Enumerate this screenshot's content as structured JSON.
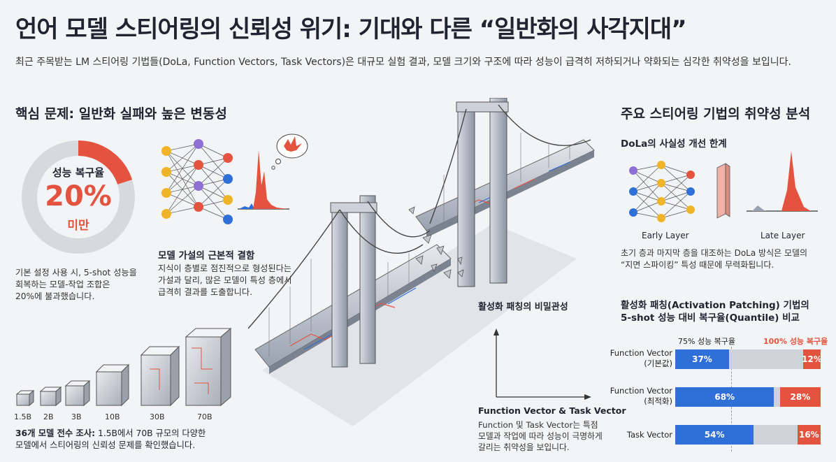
{
  "header": {
    "title": "언어 모델 스티어링의 신뢰성 위기: 기대와 다른 “일반화의 사각지대”",
    "subtitle": "최근 주목받는 LM 스티어링 기법들(DoLa, Function Vectors, Task Vectors)은 대규모 실험 결과, 모델 크기와 구조에 따라 성능이 급격히 저하되거나 약화되는 심각한 취약성을 보입니다."
  },
  "left": {
    "heading": "핵심 문제: 일반화 실패와 높은 변동성",
    "gauge": {
      "label": "성능 복구율",
      "value": "20%",
      "unit": "미만",
      "fraction": 0.2
    },
    "gauge_text": [
      "기본 설정 사용 시, 5-shot 성능을",
      "회복하는 모델-작업 조합은",
      "20%에 불과했습니다."
    ],
    "hypothesis_title": "모델 가설의 근본적 결함",
    "hypothesis_text": [
      "지식이 층별로 점진적으로 형성된다는",
      "가설과 달리, 많은 모델이 특성 층에서",
      "급격히 결과를 도출합니다."
    ],
    "sizes": [
      "1.5B",
      "2B",
      "3B",
      "10B",
      "30B",
      "70B"
    ],
    "survey_bold": "36개 모델 전수 조사:",
    "survey_text": "1.5B에서 70B 규모의 다양한",
    "survey_text2": "모델에서 스티어링의 신뢰성 문제를 확인했습니다."
  },
  "center": {
    "patching_label": "활성화 패칭의 비밀관성",
    "fv_title": "Function Vector & Task Vector",
    "fv_text": [
      "Function 및 Task Vector는 특점",
      "모델과 작업에 따라 성능이 극명하게",
      "갈리는 취약성을 보입니다."
    ]
  },
  "right": {
    "heading": "주요 스티어링 기법의 취약성 분석",
    "dola_title": "DoLa의 사실성 개선 한계",
    "early_label": "Early Layer",
    "late_label": "Late Layer",
    "dola_text": [
      "초기 층과 마지막 층을 대조하는 DoLa 방식은 모델의",
      "“지면 스파이킹” 특성 때문에 무력화됩니다."
    ],
    "chart_title": [
      "활성화 패칭(Activation Patching) 기법의",
      "5-shot 성능 대비 복구율(Quantile) 비교"
    ],
    "legend_75": "75% 성능 복구율",
    "legend_100": "100% 성능 복구율"
  },
  "chart_data": {
    "type": "bar",
    "title": "활성화 패칭(Activation Patching) 기법의 5-shot 성능 대비 복구율(Quantile) 비교",
    "categories": [
      "Function Vector (기본값)",
      "Function Vector (최적화)",
      "Task Vector"
    ],
    "series": [
      {
        "name": "75% 성능 복구율",
        "values": [
          37,
          68,
          54
        ],
        "color": "#2f6fd8"
      },
      {
        "name": "100% 성능 복구율",
        "values": [
          12,
          28,
          16
        ],
        "color": "#e4533f"
      }
    ],
    "value_labels_75": [
      "37%",
      "68%",
      "54%"
    ],
    "value_labels_100": [
      "12%",
      "28%",
      "16%"
    ],
    "label_lines": [
      [
        "Function Vector",
        "(기본값)"
      ],
      [
        "Function Vector",
        "(최적화)"
      ],
      [
        "Task Vector",
        ""
      ]
    ]
  }
}
